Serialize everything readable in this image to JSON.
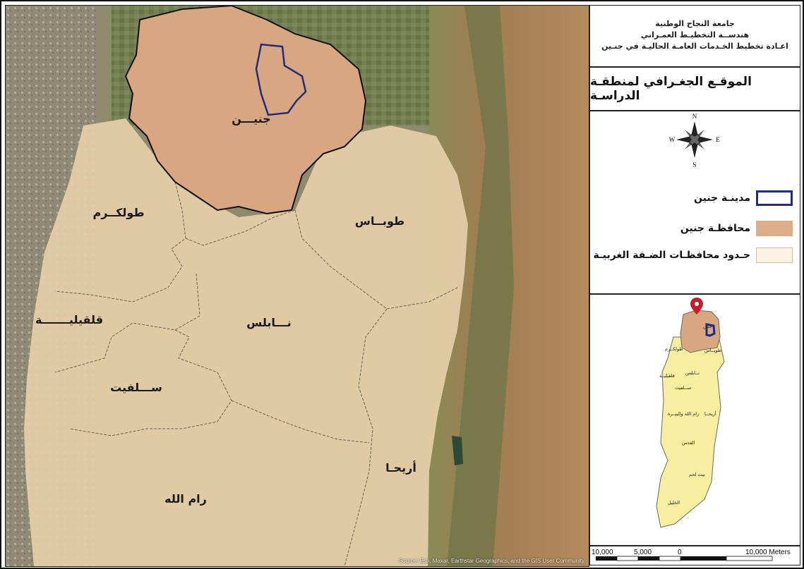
{
  "map": {
    "labels": {
      "jenin": "جنيـــن",
      "tubas": "طوبــاس",
      "tulkarm": "طولكــرم",
      "qalqilya": "قلقيليـــــــة",
      "nablus": "نـــابلس",
      "salfit": "ســـلفيت",
      "jericho": "أريحـا",
      "ramallah": "رام الله"
    },
    "source_credit": "Source: Esri, Maxar, Earthstar Geographics, and the GIS User Community"
  },
  "panel": {
    "title_lines": [
      "جامعة النجاح الوطنية",
      "هندســة التخطيـط العمـراني",
      "اعـادة تخطيط الخـدمات العامـة الحاليـة في جنـين"
    ],
    "subject": "الموقـع الجغـرافي لمنطقـة الدراسـة",
    "compass": {
      "n": "N",
      "s": "S",
      "e": "E",
      "w": "W"
    },
    "legend": [
      {
        "label": "مدينـة جنين",
        "fill": "#ffffff",
        "stroke": "#1f2d7a"
      },
      {
        "label": "محافظـة جنين",
        "fill": "#dcae8a",
        "stroke": "#dcae8a"
      },
      {
        "label": "حـدود محافظـات الضـفة الغربيـة",
        "fill": "#fbf3e2",
        "stroke": "#c9bfa8"
      }
    ],
    "inset": {
      "labels": {
        "jenin": "جنين",
        "tubas": "طوبــاس",
        "tulkarm": "طولكــرم",
        "qalqilya": "قلقيليــة",
        "nablus": "نــابلس",
        "salfit": "ســلفيت",
        "ramallah": "رام الله والبيــرة",
        "jericho": "أريحــا",
        "jerusalem": "القدس",
        "bethlehem": "بيت لحم",
        "hebron": "الخليل"
      }
    },
    "scale": {
      "left": "10,000",
      "mid1": "5,000",
      "zero": "0",
      "right": "10,000 Meters"
    }
  },
  "colors": {
    "west_bank_fill": "#e6cfa9",
    "jenin_governorate": "#d8a782",
    "jenin_city": "#1f2d7a",
    "inset_fill": "#f7eea0",
    "pin": "#c0202c"
  }
}
